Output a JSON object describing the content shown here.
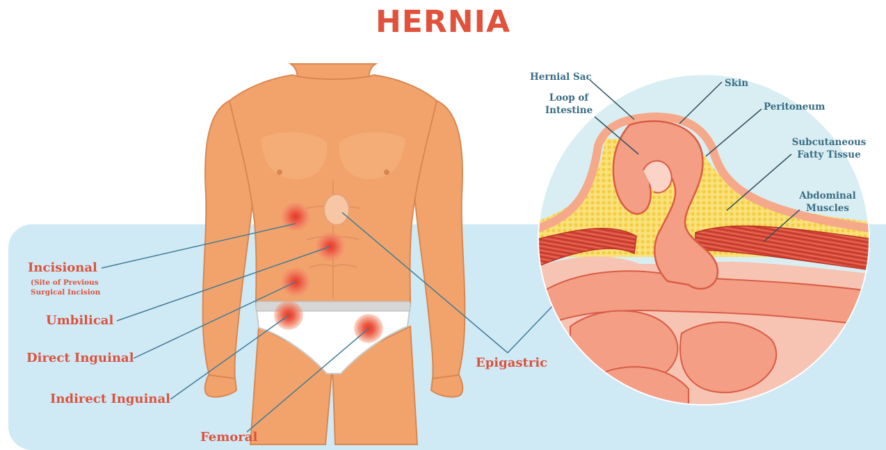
{
  "title": "HERNIA",
  "hernia_types": {
    "incisional": "Incisional",
    "incisional_note_1": "(Site of Previous",
    "incisional_note_2": "Surgical Incision",
    "umbilical": "Umbilical",
    "direct_inguinal": "Direct Inguinal",
    "indirect_inguinal": "Indirect Inguinal",
    "femoral": "Femoral",
    "epigastric": "Epigastric"
  },
  "cross_section": {
    "hernial_sac": "Hernial Sac",
    "loop_line1": "Loop of",
    "loop_line2": "Intestine",
    "skin": "Skin",
    "peritoneum": "Peritoneum",
    "subcutaneous_line1": "Subcutaneous",
    "subcutaneous_line2": "Fatty Tissue",
    "abdominal_line1": "Abdominal",
    "abdominal_line2": "Muscles"
  },
  "colors": {
    "title": "#e0523b",
    "label_red": "#d9533e",
    "label_blue": "#3a6d84",
    "skin": "#f2a36b",
    "background": "#cfe9f5",
    "hernia_spot": "#e84a35"
  }
}
